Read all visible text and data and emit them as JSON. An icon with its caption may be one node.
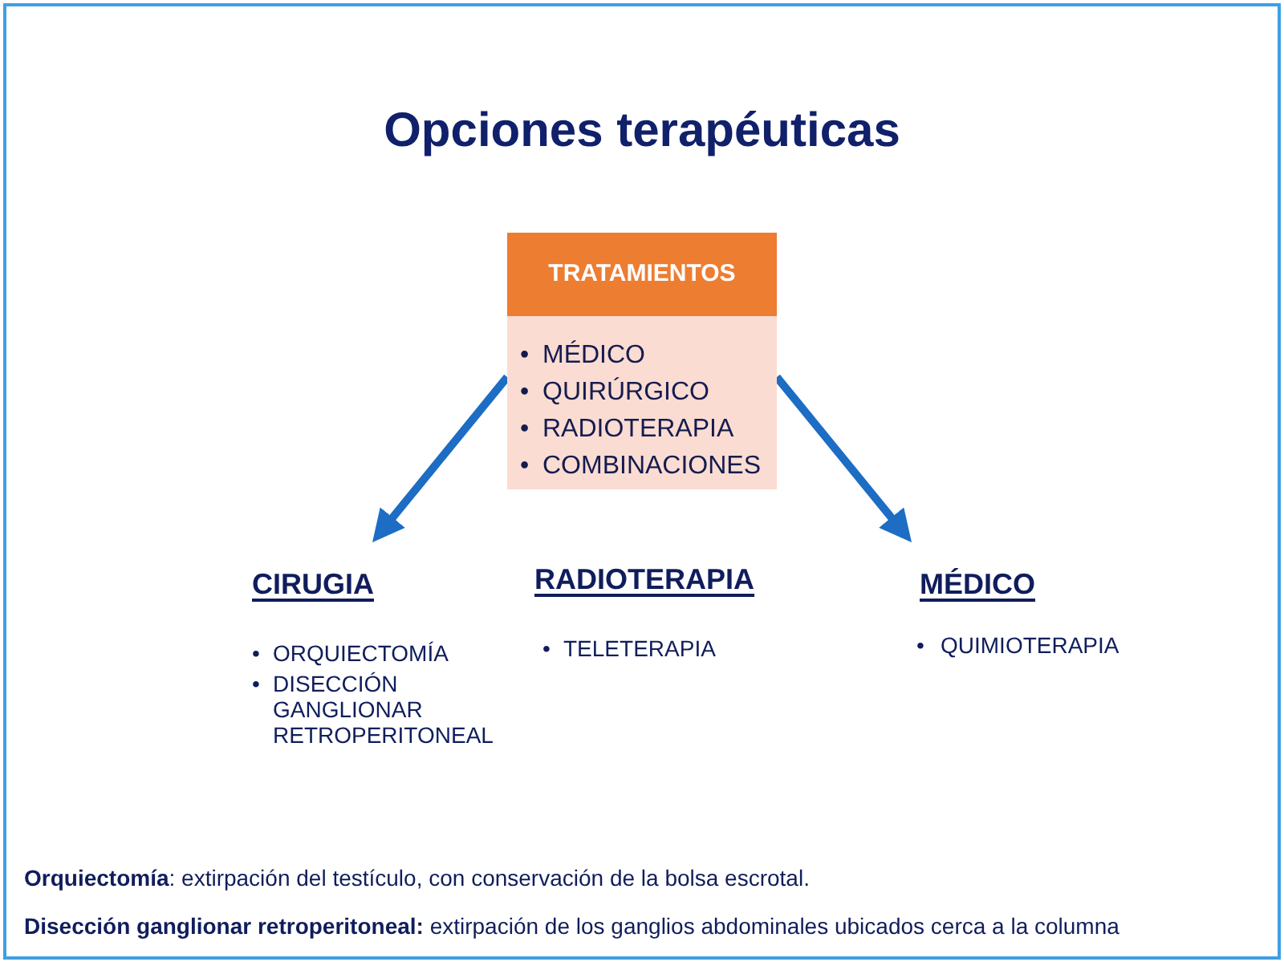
{
  "diagram": {
    "title": "Opciones terapéuticas",
    "nodes": [
      {
        "text": [
          "TRATAMIENTOS",
          "• MÉDICO",
          "• QUIRÚRGICO",
          "• RADIOTERAPIA",
          "• COMBINACIONES"
        ]
      },
      {
        "text": [
          "CIRUGIA",
          "• ORQUIECTOMÍA",
          "• DISECCIÓN GANGLIONAR RETROPERITONEAL"
        ]
      },
      {
        "text": [
          "RADIOTERAPIA",
          "• TELETERAPIA"
        ]
      },
      {
        "text": [
          "MÉDICO",
          "• QUIMIOTERAPIA"
        ]
      }
    ],
    "edges": [
      {
        "from": 0,
        "to": 1,
        "arrow": "to"
      },
      {
        "from": 0,
        "to": 3,
        "arrow": "to"
      }
    ],
    "labels": [
      "**Orquiectomía**: extirpación del testículo, con conservación de la bolsa escrotal.",
      "**Disección ganglionar retroperitoneal:** extirpación de los ganglios abdominales ubicados cerca a la columna"
    ]
  }
}
